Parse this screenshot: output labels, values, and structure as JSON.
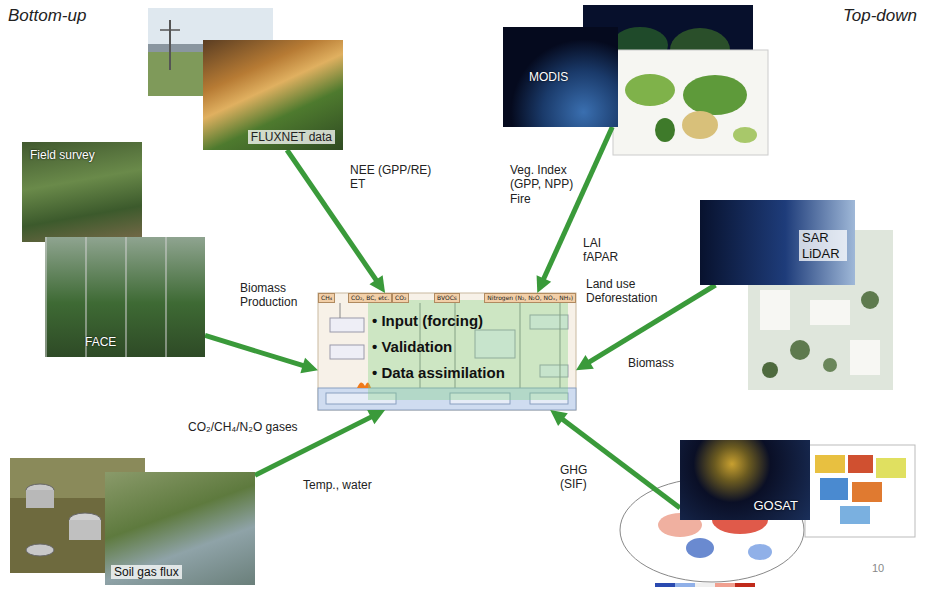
{
  "diagram": {
    "nodes": [
      {
        "text": [
          "FLUXNET data"
        ]
      },
      {
        "text": [
          "MODIS"
        ]
      },
      {
        "text": [
          "Field survey"
        ]
      },
      {
        "text": [
          "FACE"
        ]
      },
      {
        "text": [
          "SAR LiDAR"
        ]
      },
      {
        "text": [
          "• Input (forcing)",
          "• Validation",
          "• Data assimilation"
        ]
      },
      {
        "text": [
          "CH₄"
        ],
        "in": 5
      },
      {
        "text": [
          "CO₂, BC, etc."
        ],
        "in": 5
      },
      {
        "text": [
          "CO₂"
        ],
        "in": 5
      },
      {
        "text": [
          "BVOCs"
        ],
        "in": 5
      },
      {
        "text": [
          "Nitrogen (N₂, N₂O, NOₓ, NH₃)"
        ],
        "in": 5
      },
      {
        "text": [
          "Soil gas flux"
        ]
      },
      {
        "text": [
          "GOSAT"
        ]
      }
    ],
    "edges": [
      {
        "from": 0,
        "to": 5,
        "arrow": "to"
      },
      {
        "from": 1,
        "to": 5,
        "arrow": "to"
      },
      {
        "from": 3,
        "to": 5,
        "arrow": "to"
      },
      {
        "from": 4,
        "to": 5,
        "arrow": "to"
      },
      {
        "from": 11,
        "to": 5,
        "arrow": "to"
      },
      {
        "from": 12,
        "to": 5,
        "arrow": "to"
      }
    ],
    "labels": [
      "Bottom-up",
      "Top-down",
      "NEE (GPP/RE) ET",
      "Veg. Index (GPP, NPP) Fire",
      "LAI fAPAR",
      "Biomass Production",
      "Land use Deforestation",
      "Biomass",
      "CO₂/CH₄/N₂O gases",
      "Temp., water",
      "GHG (SIF)",
      "10"
    ]
  }
}
